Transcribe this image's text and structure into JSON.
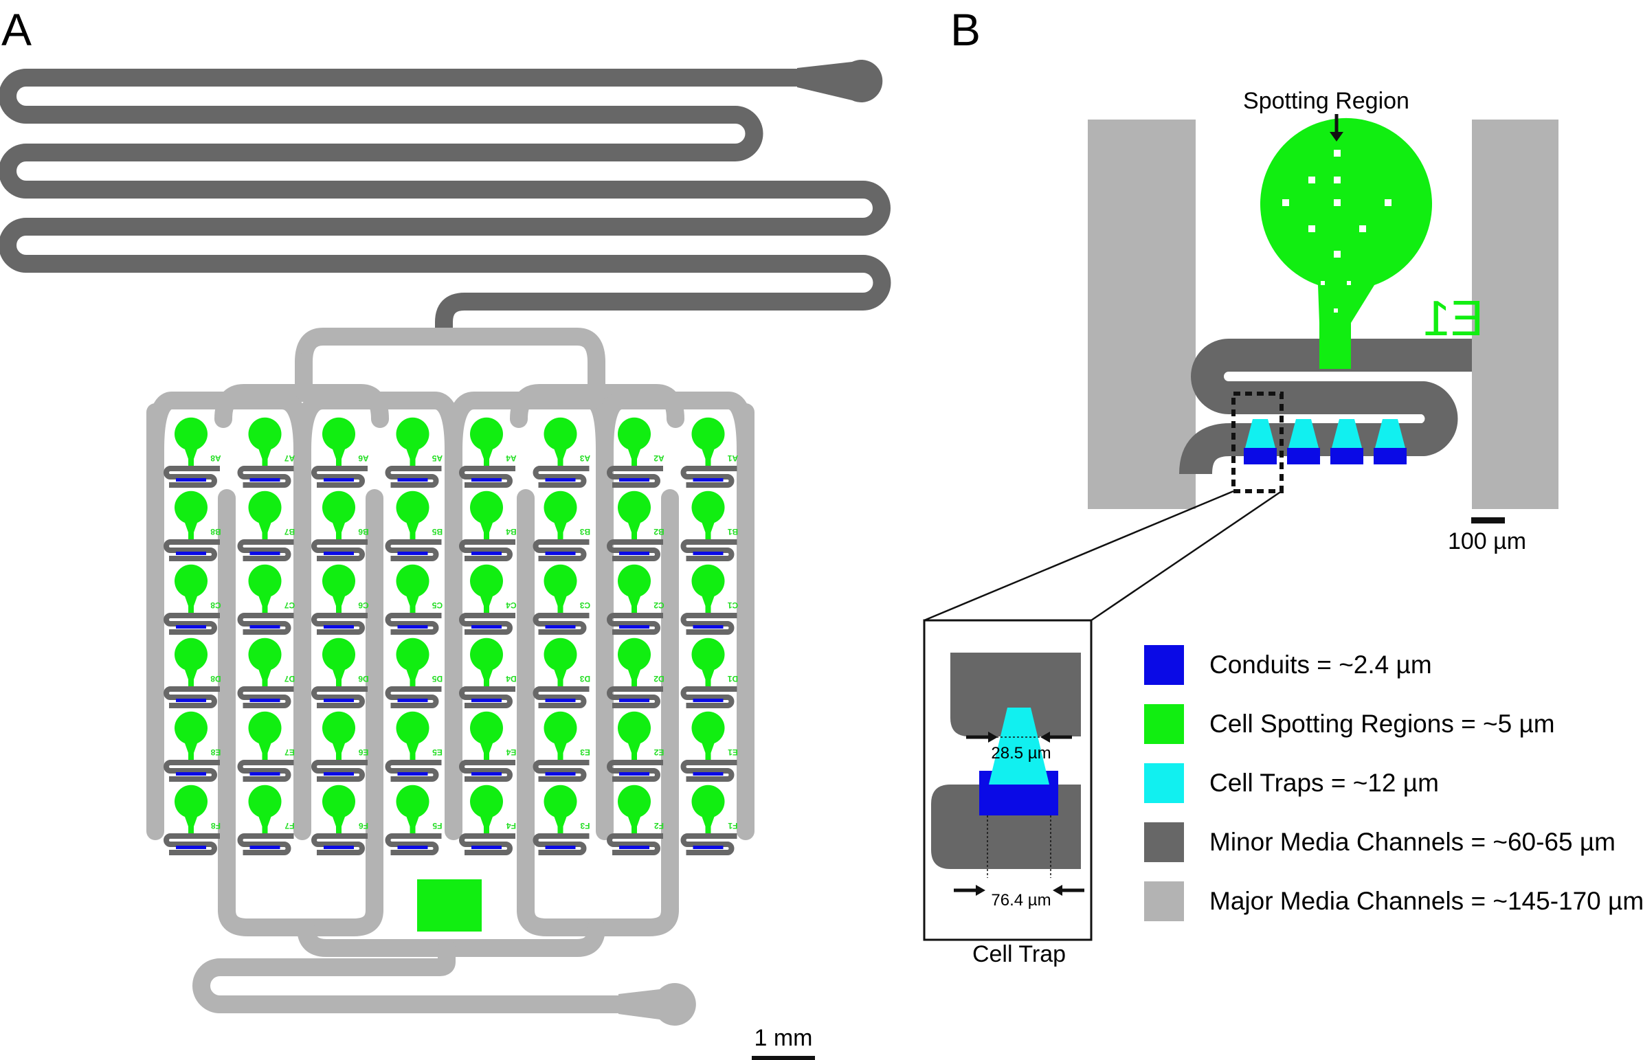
{
  "panels": {
    "a": {
      "letter": "A",
      "scale_bar": "1 mm"
    },
    "b": {
      "letter": "B",
      "spotting_label": "Spotting Region",
      "region_id": "E1",
      "scale_bar": "100 µm",
      "inset_title": "Cell Trap",
      "trap_width_top": "28.5 µm",
      "trap_width_bottom": "76.4 µm"
    }
  },
  "wells": {
    "rows": [
      "A",
      "B",
      "C",
      "D",
      "E",
      "F"
    ],
    "columns": [
      "8",
      "7",
      "6",
      "5",
      "4",
      "3",
      "2",
      "1"
    ]
  },
  "legend": [
    {
      "label": "Conduits = ~2.4 µm",
      "color": "#0a0ae6"
    },
    {
      "label": "Cell Spotting Regions = ~5 µm",
      "color": "#11ee11"
    },
    {
      "label": "Cell Traps = ~12 µm",
      "color": "#11f0f0"
    },
    {
      "label": "Minor Media Channels = ~60-65 µm",
      "color": "#676767"
    },
    {
      "label": "Major Media Channels = ~145-170 µm",
      "color": "#b3b3b3"
    }
  ],
  "colors": {
    "dark_channel": "#676767",
    "light_channel": "#b3b3b3",
    "green": "#11ee11",
    "cyan": "#11f0f0",
    "blue": "#0a0ae6"
  }
}
